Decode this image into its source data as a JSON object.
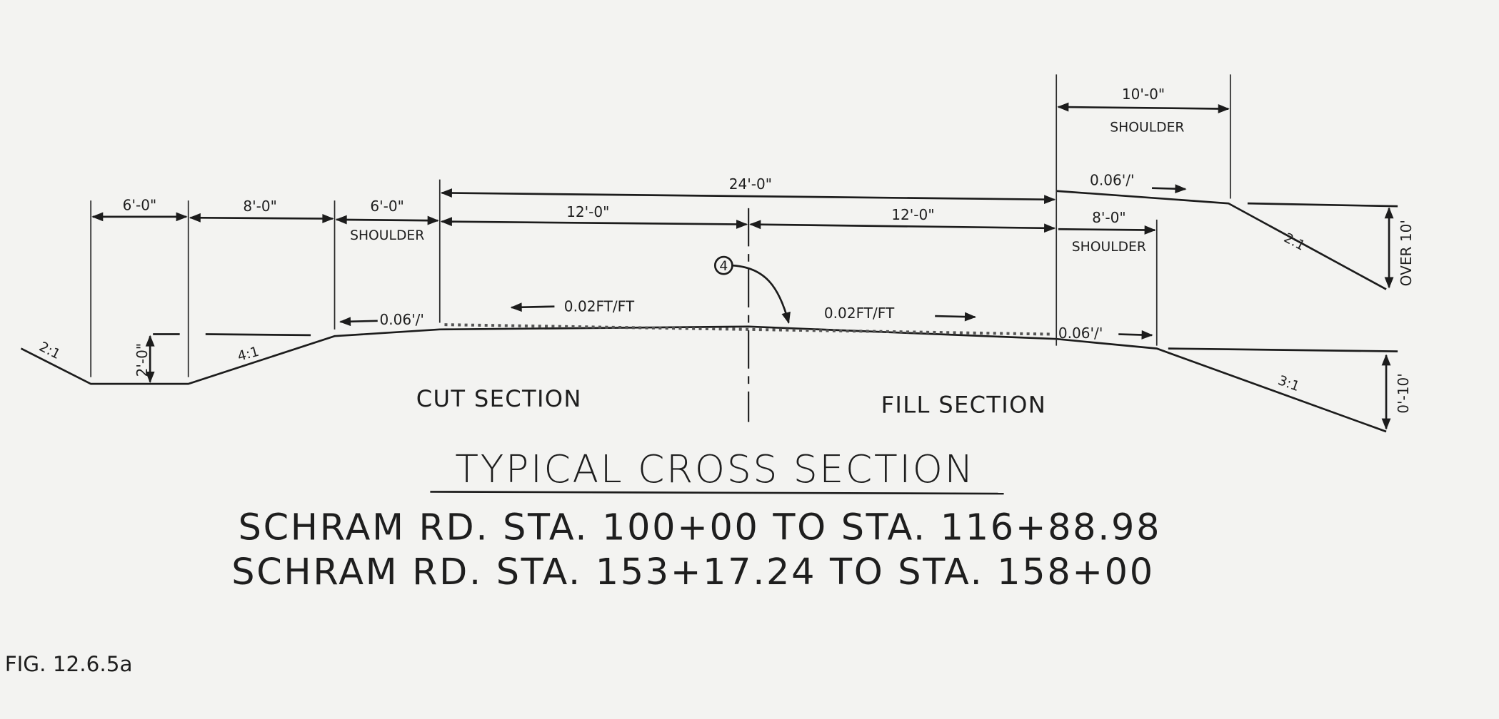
{
  "dimensions": {
    "ditch_left": "6'-0\"",
    "ditch_slope": "8'-0\"",
    "shoulder_left": "6'-0\"",
    "pavement_total": "24'-0\"",
    "lane_left": "12'-0\"",
    "lane_right": "12'-0\"",
    "shoulder_right_fill": "10'-0\"",
    "shoulder_right_cut": "8'-0\"",
    "ditch_depth": "2'-0\"",
    "over_height": "OVER 10'",
    "low_height": "0'-10'"
  },
  "labels": {
    "shoulder_left": "SHOULDER",
    "shoulder_right_top": "SHOULDER",
    "shoulder_right_mid": "SHOULDER",
    "slope_left_outer": "2:1",
    "slope_left_inner": "4:1",
    "slope_right_upper": "2:1",
    "slope_right_lower": "3:1",
    "cross_slope_left": "0.02FT/FT",
    "cross_slope_right": "0.02FT/FT",
    "shoulder_slope_left": "0.06'/'",
    "shoulder_slope_right_upper": "0.06'/'",
    "shoulder_slope_right_lower": "0.06'/'",
    "callout": "4",
    "cut_section": "CUT SECTION",
    "fill_section": "FILL SECTION"
  },
  "title": "TYPICAL CROSS SECTION",
  "subtitle_lines": [
    "SCHRAM RD. STA. 100+00 TO STA. 116+88.98",
    "SCHRAM RD. STA. 153+17.24 TO STA. 158+00"
  ],
  "figure_number": "FIG. 12.6.5a"
}
